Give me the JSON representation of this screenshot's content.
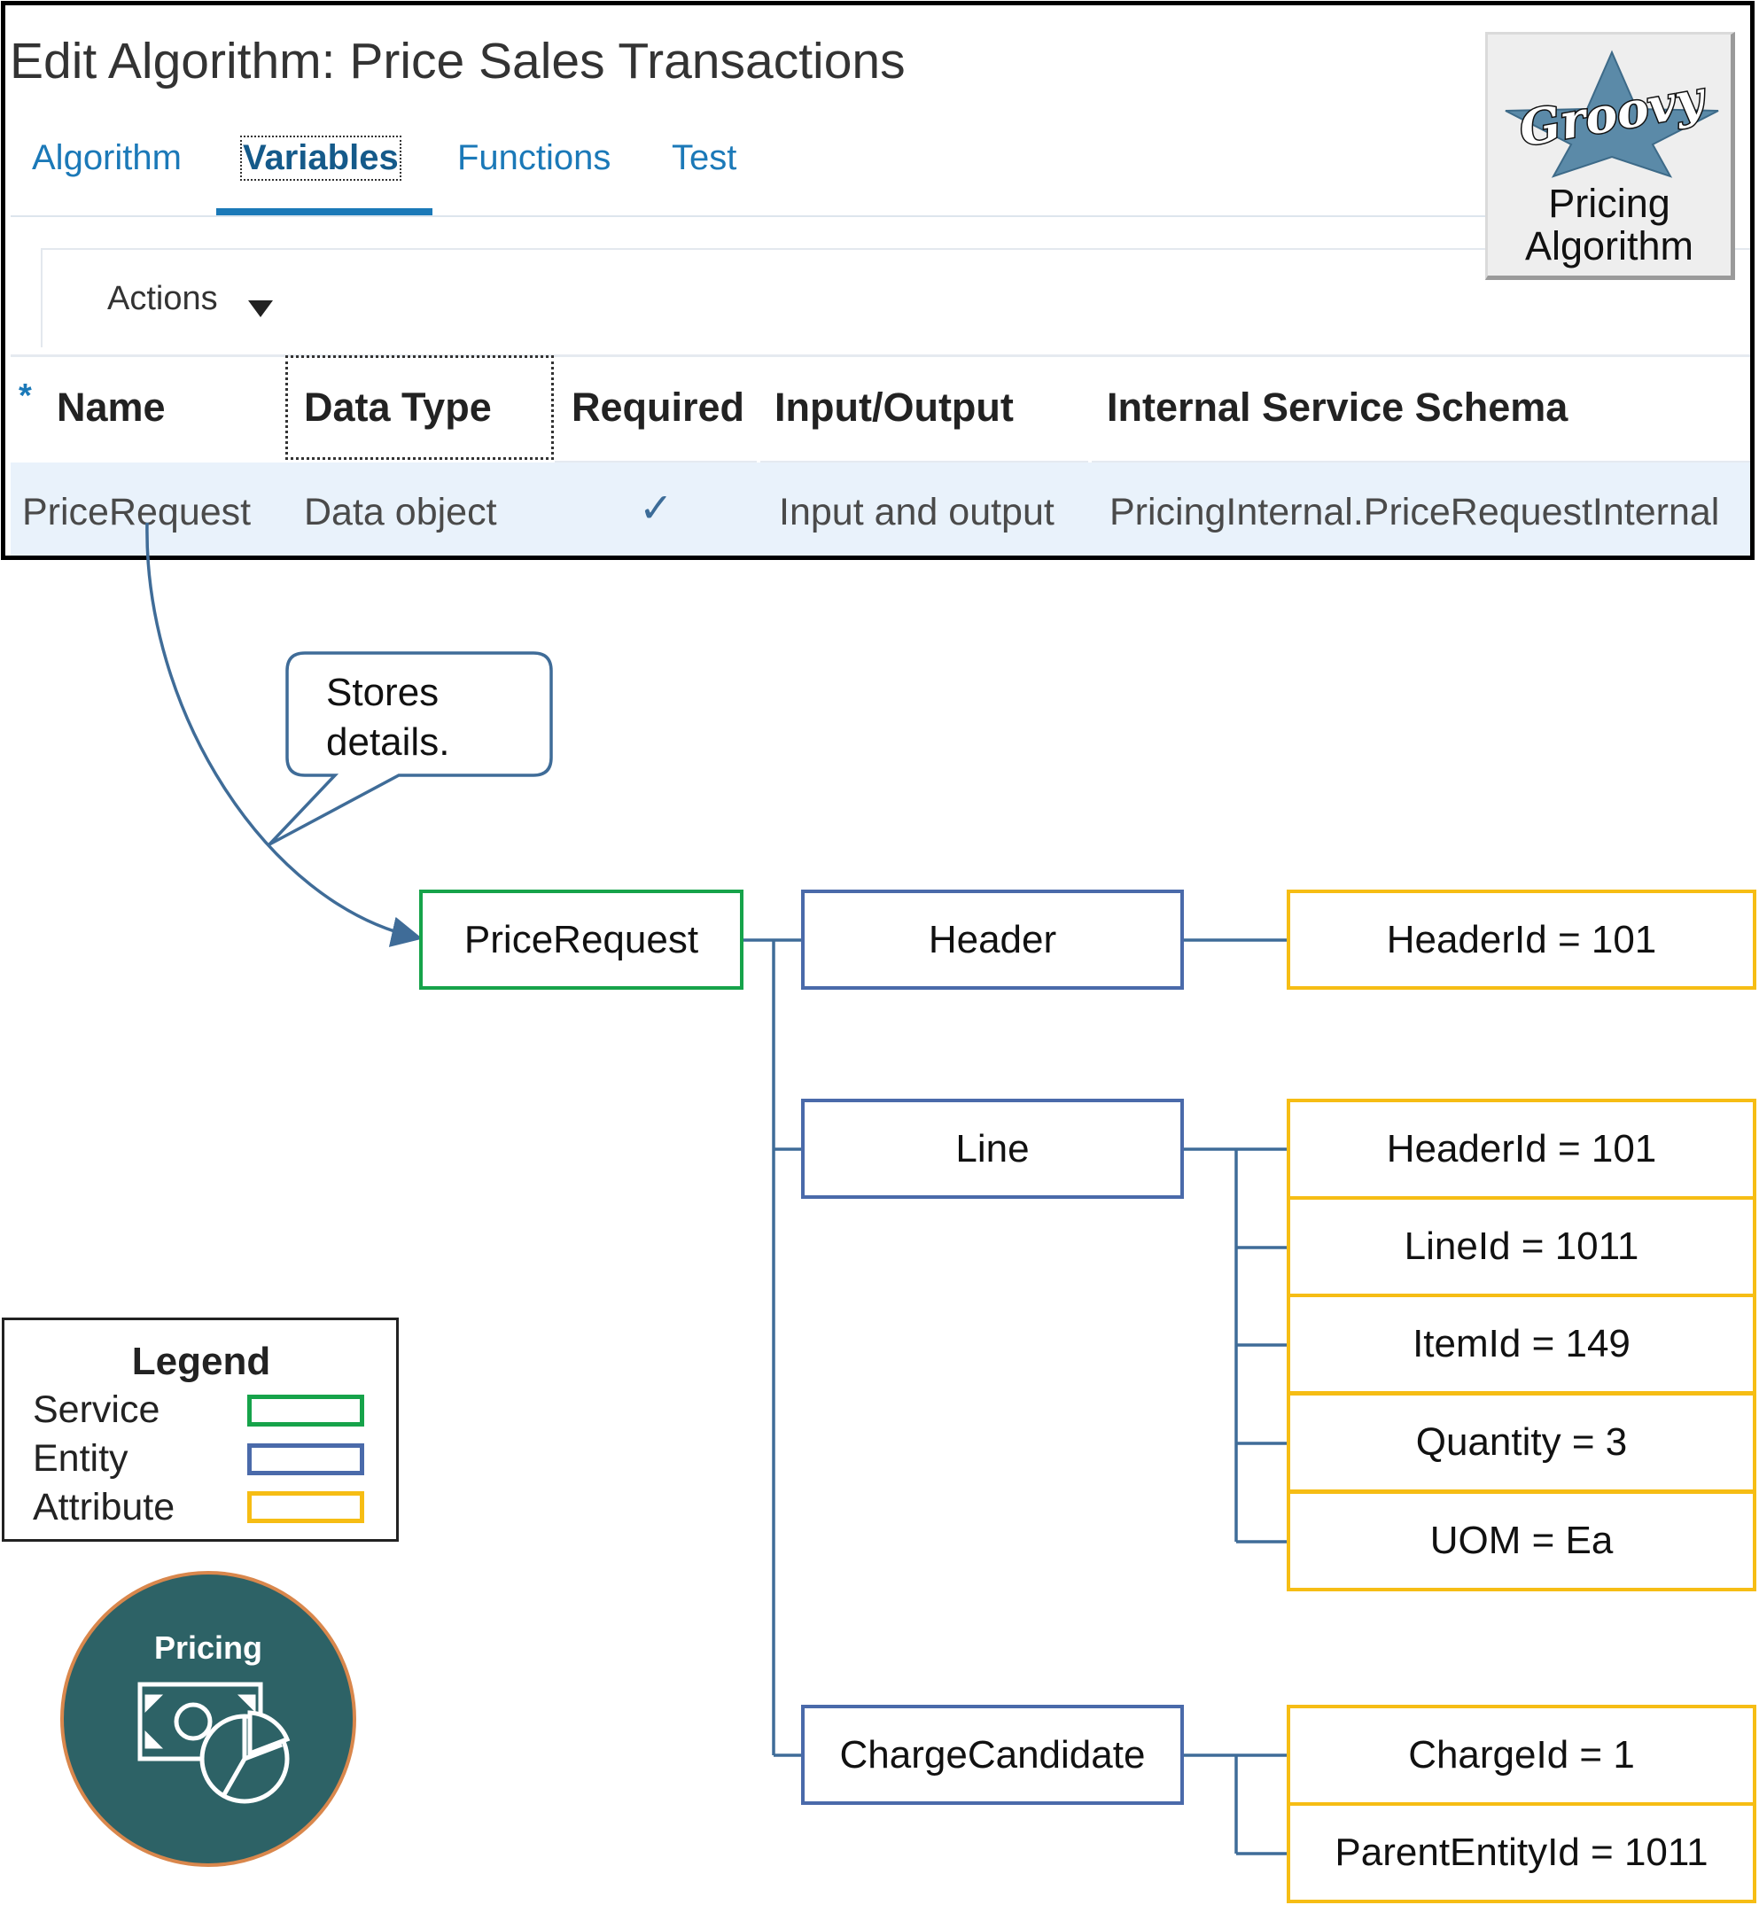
{
  "page_title": "Edit Algorithm: Price Sales Transactions",
  "tabs": [
    {
      "label": "Algorithm"
    },
    {
      "label": "Variables"
    },
    {
      "label": "Functions"
    },
    {
      "label": "Test"
    }
  ],
  "selected_tab": "Variables",
  "toolbar": {
    "actions_label": "Actions"
  },
  "table": {
    "required_marker": "*",
    "columns": [
      "Name",
      "Data Type",
      "Required",
      "Input/Output",
      "Internal Service Schema"
    ],
    "rows": [
      {
        "name": "PriceRequest",
        "data_type": "Data object",
        "required": "✓",
        "input_output": "Input and output",
        "schema": "PricingInternal.PriceRequestInternal"
      }
    ]
  },
  "badge": {
    "logo_text": "Groovy",
    "label_line1": "Pricing",
    "label_line2": "Algorithm"
  },
  "callout": {
    "line1": "Stores",
    "line2": "details."
  },
  "diagram": {
    "service": {
      "label": "PriceRequest"
    },
    "entities": {
      "header": {
        "label": "Header"
      },
      "line": {
        "label": "Line"
      },
      "charge_candidate": {
        "label": "ChargeCandidate"
      }
    },
    "attributes": {
      "header": [
        "HeaderId = 101"
      ],
      "line": [
        "HeaderId = 101",
        "LineId = 1011",
        "ItemId = 149",
        "Quantity = 3",
        "UOM = Ea"
      ],
      "charge_candidate": [
        "ChargeId = 1",
        "ParentEntityId = 1011"
      ]
    }
  },
  "legend": {
    "title": "Legend",
    "items": [
      {
        "label": "Service",
        "color": "#16a34a"
      },
      {
        "label": "Entity",
        "color": "#4a6aaa"
      },
      {
        "label": "Attribute",
        "color": "#f6bd14"
      }
    ]
  },
  "pricing_icon": {
    "label": "Pricing"
  },
  "colors": {
    "tab_accent": "#1b79b8",
    "row_highlight": "#e9f2fb",
    "connector": "#3f6c98",
    "pricing_circle": "#2d6266",
    "pricing_ring": "#d9874c"
  }
}
